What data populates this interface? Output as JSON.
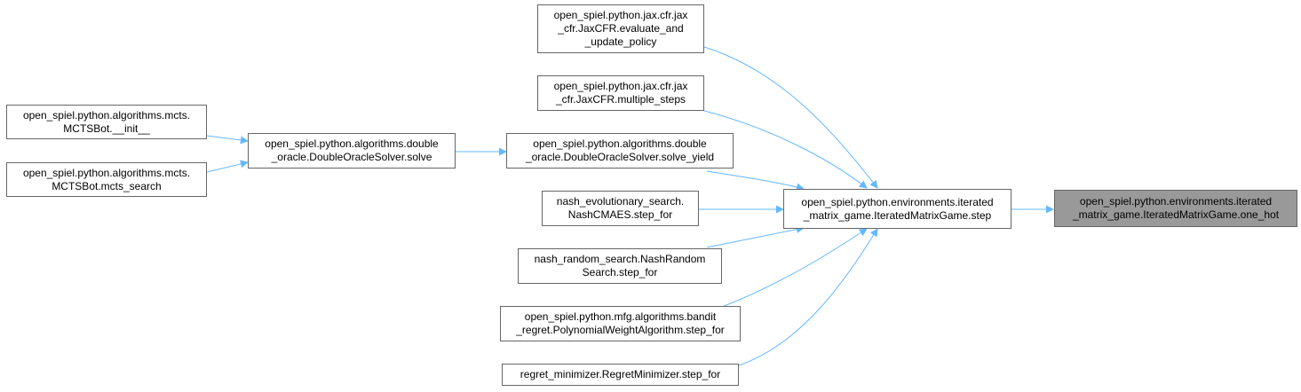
{
  "colors": {
    "edge": "#63b8ff",
    "current_fill": "#999999",
    "node_border": "#666666"
  },
  "nodes": {
    "mcts_init": {
      "lines": [
        "open_spiel.python.algorithms.mcts.",
        "MCTSBot.__init__"
      ]
    },
    "mcts_search": {
      "lines": [
        "open_spiel.python.algorithms.mcts.",
        "MCTSBot.mcts_search"
      ]
    },
    "do_solve": {
      "lines": [
        "open_spiel.python.algorithms.double",
        "_oracle.DoubleOracleSolver.solve"
      ]
    },
    "jax_eval": {
      "lines": [
        "open_spiel.python.jax.cfr.jax",
        "_cfr.JaxCFR.evaluate_and",
        "_update_policy"
      ]
    },
    "jax_multi": {
      "lines": [
        "open_spiel.python.jax.cfr.jax",
        "_cfr.JaxCFR.multiple_steps"
      ]
    },
    "do_yield": {
      "lines": [
        "open_spiel.python.algorithms.double",
        "_oracle.DoubleOracleSolver.solve_yield"
      ]
    },
    "nash_evo": {
      "lines": [
        "nash_evolutionary_search.",
        "NashCMAES.step_for"
      ]
    },
    "nash_rand": {
      "lines": [
        "nash_random_search.NashRandom",
        "Search.step_for"
      ]
    },
    "bandit": {
      "lines": [
        "open_spiel.python.mfg.algorithms.bandit",
        "_regret.PolynomialWeightAlgorithm.step_for"
      ]
    },
    "regret": {
      "lines": [
        "regret_minimizer.RegretMinimizer.step_for"
      ]
    },
    "step": {
      "lines": [
        "open_spiel.python.environments.iterated",
        "_matrix_game.IteratedMatrixGame.step"
      ]
    },
    "one_hot": {
      "lines": [
        "open_spiel.python.environments.iterated",
        "_matrix_game.IteratedMatrixGame.one_hot"
      ]
    }
  }
}
